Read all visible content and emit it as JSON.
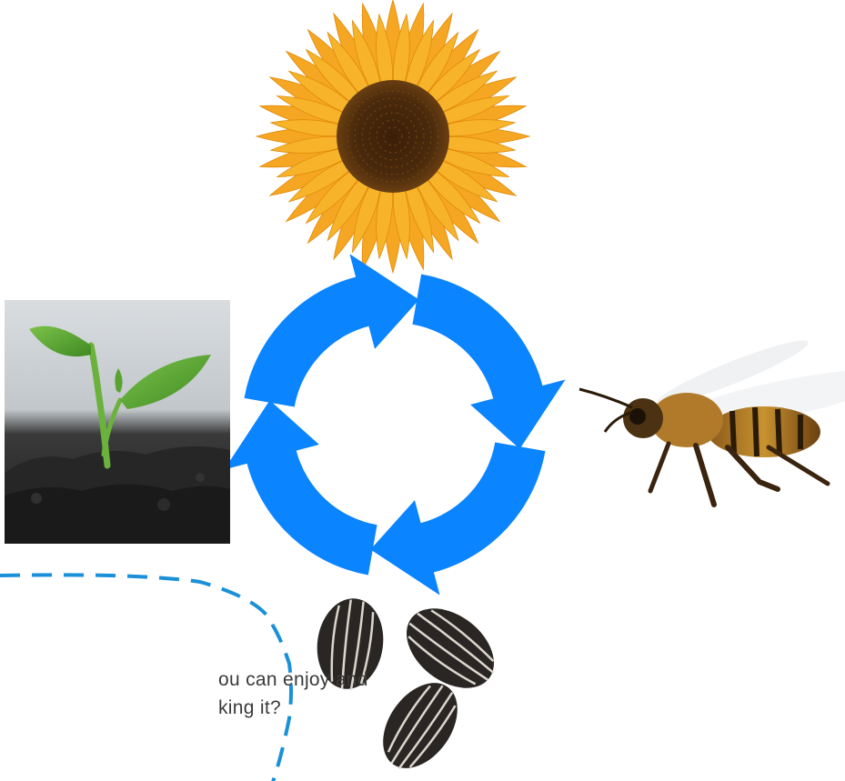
{
  "diagram": {
    "stages": [
      {
        "id": "sunflower",
        "icon": "sunflower-image"
      },
      {
        "id": "bee",
        "icon": "bee-image"
      },
      {
        "id": "seeds",
        "icon": "sunflower-seeds-image"
      },
      {
        "id": "sprout",
        "icon": "sprout-image"
      }
    ],
    "cycle_color": "#0a84ff",
    "callout_border_color": "#1a90d8"
  },
  "callout": {
    "line1": "ou can enjoy and",
    "line2": "king it?"
  }
}
